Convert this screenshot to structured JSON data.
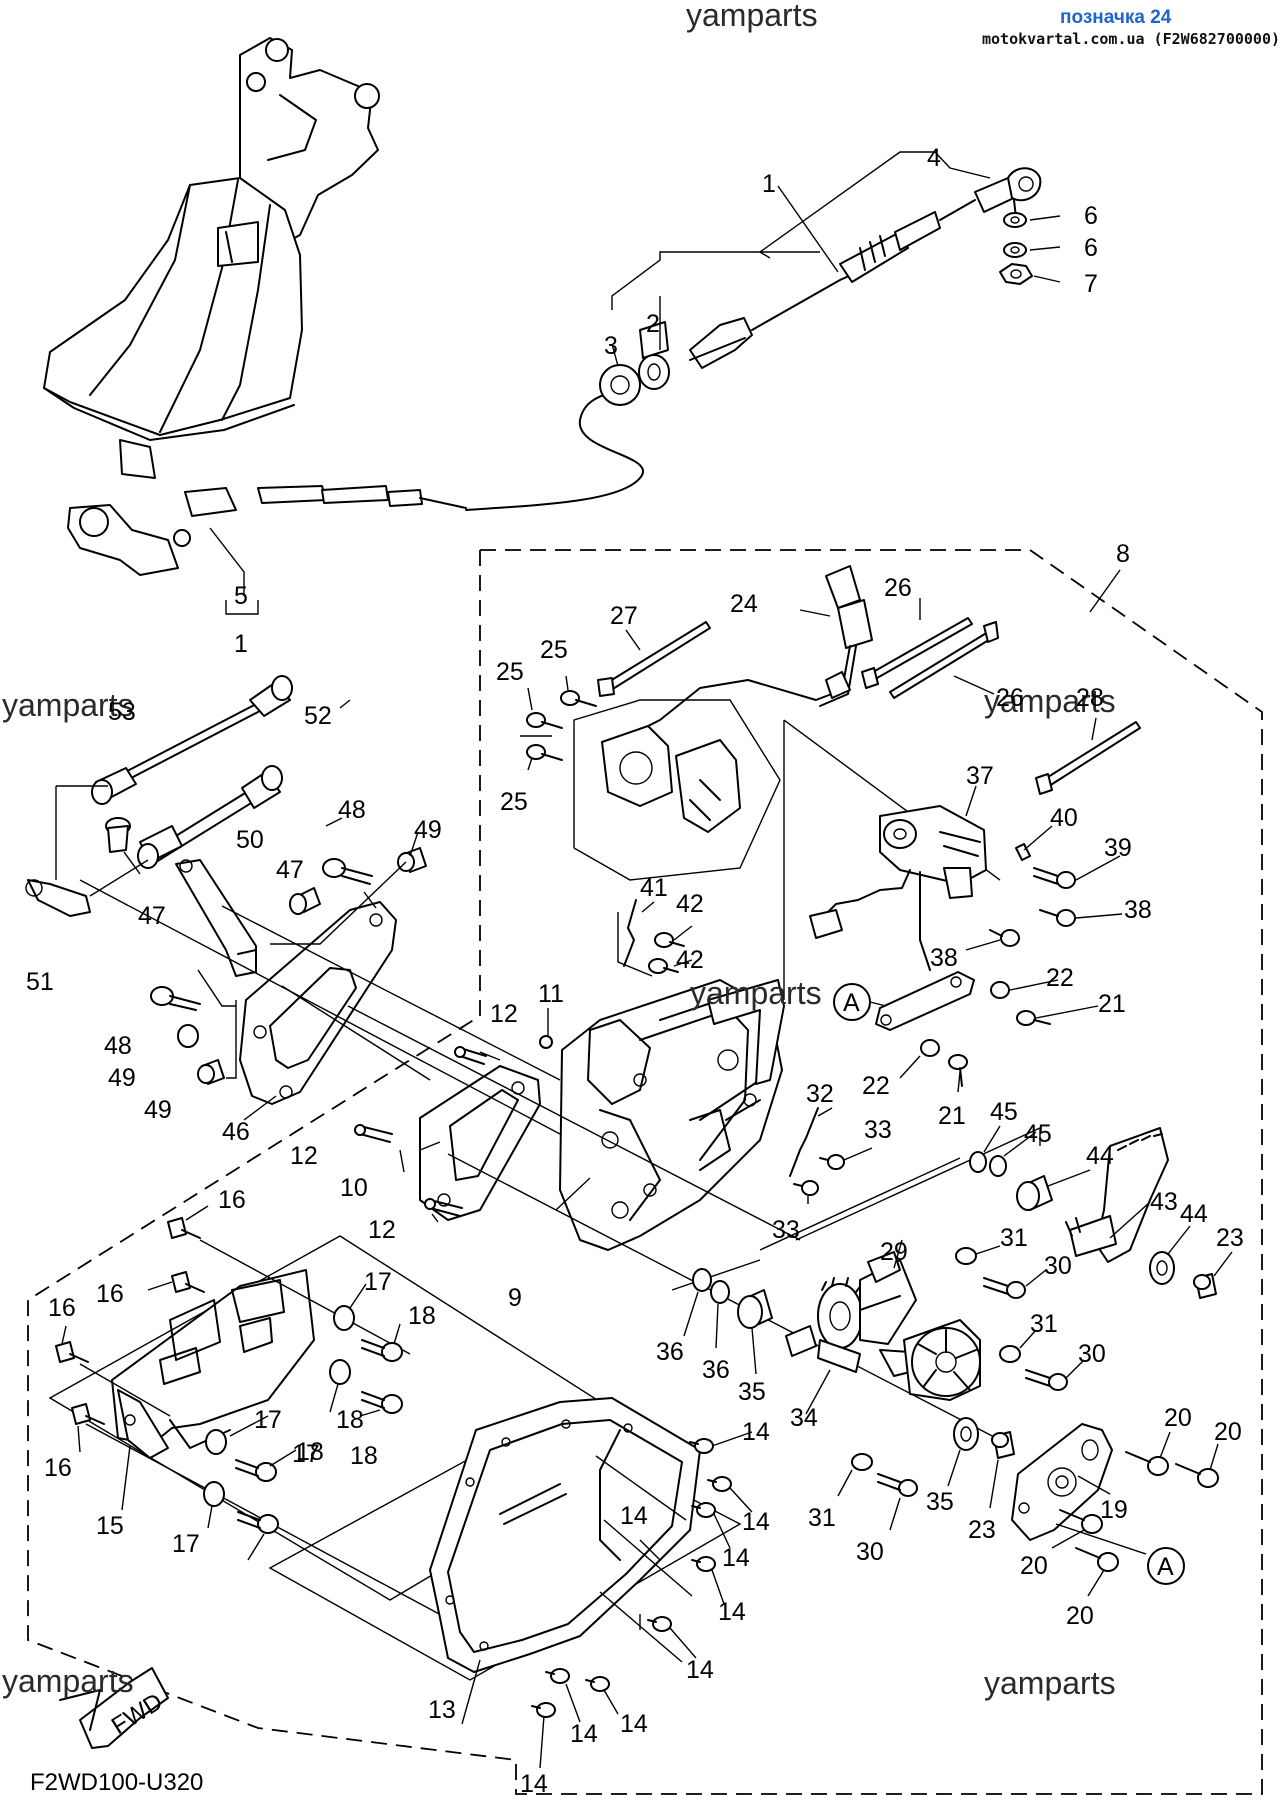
{
  "header": {
    "link_text": "позначка 24",
    "site_text": "motokvartal.com.ua (F2W682700000)"
  },
  "watermark": "yamparts",
  "diagram_code": "F2WD100-U320",
  "fwd_label": "FWD",
  "callout_letter": "A",
  "labels": {
    "l1": "1",
    "l1b": "1",
    "l2": "2",
    "l3": "3",
    "l4": "4",
    "l5": "5",
    "l6a": "6",
    "l6b": "6",
    "l7": "7",
    "l8": "8",
    "l9": "9",
    "l10": "10",
    "l11": "11",
    "l12a": "12",
    "l12b": "12",
    "l12c": "12",
    "l13": "13",
    "l14a": "14",
    "l14b": "14",
    "l14c": "14",
    "l14d": "14",
    "l14e": "14",
    "l14f": "14",
    "l14g": "14",
    "l14h": "14",
    "l14i": "14",
    "l15": "15",
    "l16a": "16",
    "l16b": "16",
    "l16c": "16",
    "l16d": "16",
    "l17a": "17",
    "l17b": "17",
    "l17c": "17",
    "l17d": "17",
    "l18a": "18",
    "l18b": "18",
    "l18c": "18",
    "l18d": "18",
    "l19": "19",
    "l20a": "20",
    "l20b": "20",
    "l20c": "20",
    "l20d": "20",
    "l21a": "21",
    "l21b": "21",
    "l22a": "22",
    "l22b": "22",
    "l23a": "23",
    "l23b": "23",
    "l24": "24",
    "l25a": "25",
    "l25b": "25",
    "l25c": "25",
    "l26a": "26",
    "l26b": "26",
    "l27": "27",
    "l28": "28",
    "l29": "29",
    "l30a": "30",
    "l30b": "30",
    "l30c": "30",
    "l31a": "31",
    "l31b": "31",
    "l31c": "31",
    "l32": "32",
    "l33a": "33",
    "l33b": "33",
    "l34": "34",
    "l35a": "35",
    "l35b": "35",
    "l36a": "36",
    "l36b": "36",
    "l37": "37",
    "l38a": "38",
    "l38b": "38",
    "l39": "39",
    "l40": "40",
    "l41": "41",
    "l42a": "42",
    "l42b": "42",
    "l43": "43",
    "l44a": "44",
    "l44b": "44",
    "l45a": "45",
    "l45b": "45",
    "l46": "46",
    "l47a": "47",
    "l47b": "47",
    "l48a": "48",
    "l48b": "48",
    "l49a": "49",
    "l49b": "49",
    "l49c": "49",
    "l50": "50",
    "l51": "51",
    "l52": "52",
    "l53": "53"
  }
}
